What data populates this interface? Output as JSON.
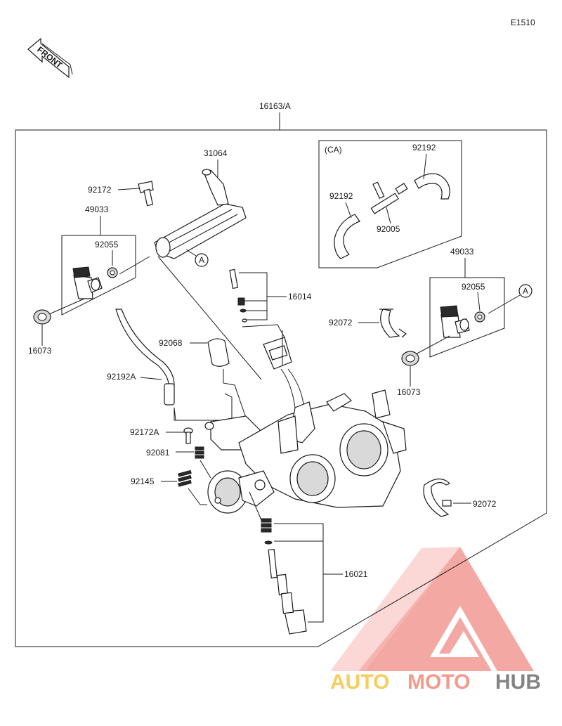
{
  "diagram_code": "E1510",
  "front_label": "FRONT",
  "assembly_label": "16163/A",
  "ca_label": "(CA)",
  "ref_marker": "A",
  "parts": {
    "p31064": "31064",
    "p92172": "92172",
    "p49033_left": "49033",
    "p92055_left": "92055",
    "p16073_left": "16073",
    "p92192_top": "92192",
    "p92192_mid": "92192",
    "p92005": "92005",
    "p16014": "16014",
    "p49033_right": "49033",
    "p92055_right": "92055",
    "p92072_top": "92072",
    "p92068": "92068",
    "p92192A": "92192A",
    "p16073_right": "16073",
    "p92172A": "92172A",
    "p92081": "92081",
    "p92145": "92145",
    "p92072_bottom": "92072",
    "p16021": "16021"
  },
  "watermark": {
    "auto": "AUTO",
    "moto": "MOTO",
    "hub": "HUB",
    "colors": {
      "auto": "#f5c542",
      "moto": "#f08a7a",
      "hub": "#6e6e6e",
      "triangle": "#f29a93"
    }
  }
}
